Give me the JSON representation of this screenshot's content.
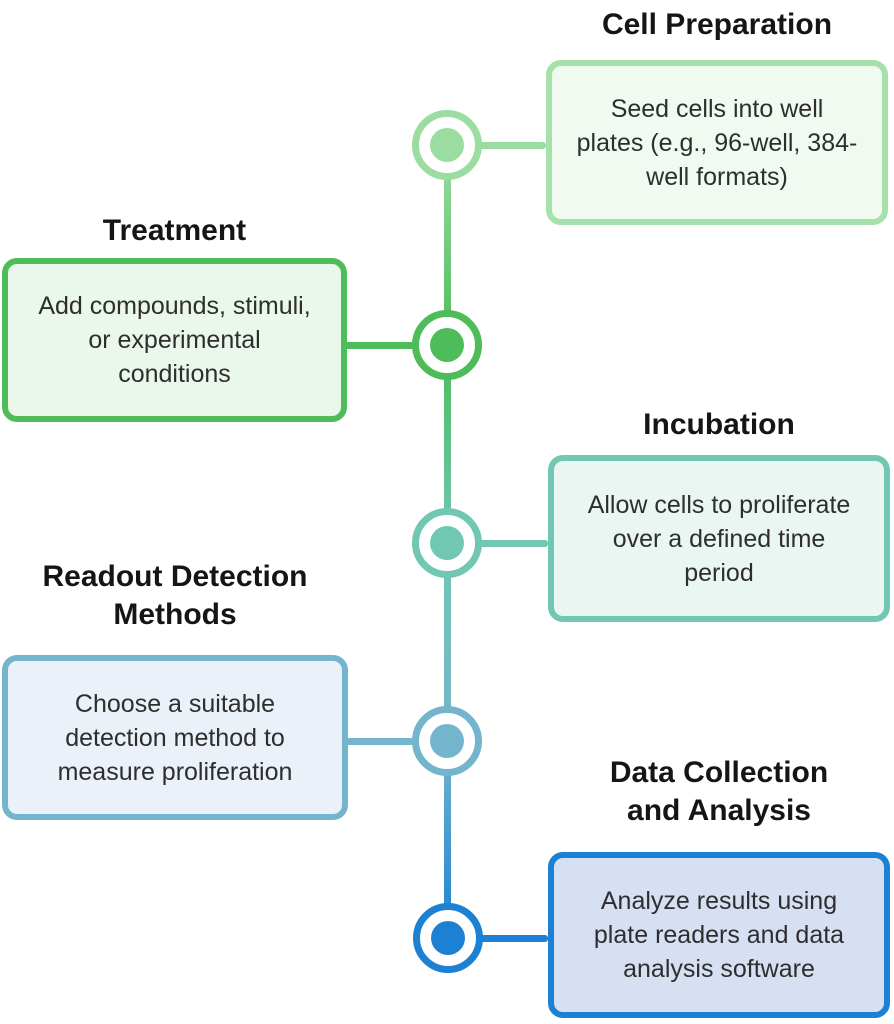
{
  "diagram": {
    "type": "vertical-timeline-flowchart",
    "background": "#ffffff",
    "text_colors": {
      "title": "#151515",
      "body": "#2e2e2e"
    },
    "timeline": {
      "gradient": [
        "#9BDCA1",
        "#4DBC59",
        "#72C7B3",
        "#74B5CD",
        "#1C80D3"
      ]
    }
  },
  "steps": [
    {
      "title": "Cell Preparation",
      "description": "Seed cells into well plates (e.g., 96-well, 384-well formats)",
      "side": "right",
      "colors": {
        "accent": "#9BDCA1",
        "box_border": "#A6E0AB",
        "box_fill": "#F1FAF1"
      }
    },
    {
      "title": "Treatment",
      "description": "Add compounds, stimuli, or experimental conditions",
      "side": "left",
      "colors": {
        "accent": "#4DBC59",
        "box_border": "#4DBC59",
        "box_fill": "#EAF7EB"
      }
    },
    {
      "title": "Incubation",
      "description": "Allow cells to proliferate over a defined time period",
      "side": "right",
      "colors": {
        "accent": "#72C7B3",
        "box_border": "#72C7B3",
        "box_fill": "#E9F6F2"
      }
    },
    {
      "title": "Readout Detection Methods",
      "description": "Choose a suitable detection method to measure proliferation",
      "side": "left",
      "colors": {
        "accent": "#74B5CD",
        "box_border": "#74B5CD",
        "box_fill": "#EBF1F9"
      }
    },
    {
      "title": "Data Collection and Analysis",
      "description": "Analyze results using plate readers and data analysis software",
      "side": "right",
      "colors": {
        "accent": "#1C80D3",
        "box_border": "#1C80D3",
        "box_fill": "#D7E0F2"
      }
    }
  ]
}
